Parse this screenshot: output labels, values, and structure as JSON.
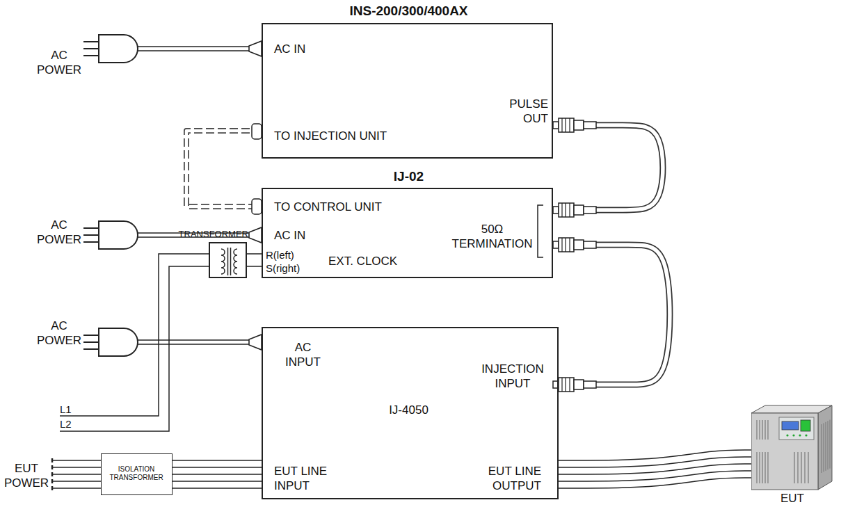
{
  "diagram": {
    "nodes": [
      {
        "text": [
          "INS-200/300/400AX",
          "AC IN",
          "TO INJECTION UNIT",
          "PULSE OUT"
        ]
      },
      {
        "text": [
          "IJ-02",
          "TO CONTROL UNIT",
          "AC IN",
          "50Ω TERMINATION",
          "R(left)",
          "S(right)",
          "EXT. CLOCK"
        ]
      },
      {
        "text": [
          "TRANSFORMER"
        ]
      },
      {
        "text": [
          "AC INPUT",
          "INJECTION INPUT",
          "IJ-4050",
          "EUT LINE INPUT",
          "EUT LINE OUTPUT"
        ]
      },
      {
        "text": [
          "ISOLATION TRANSFORMER"
        ]
      },
      {
        "text": [
          "EUT"
        ]
      }
    ],
    "edges": [
      {
        "from": 0,
        "to": 1,
        "arrow": "none"
      },
      {
        "from": 0,
        "to": 1,
        "arrow": "none"
      },
      {
        "from": 1,
        "to": 3,
        "arrow": "none"
      },
      {
        "from": 2,
        "to": 1,
        "arrow": "none"
      },
      {
        "from": 4,
        "to": 3,
        "arrow": "none"
      },
      {
        "from": 3,
        "to": 5,
        "arrow": "none"
      }
    ],
    "labels": [
      "AC POWER",
      "AC POWER",
      "AC POWER",
      "L1",
      "L2",
      "EUT POWER"
    ]
  }
}
